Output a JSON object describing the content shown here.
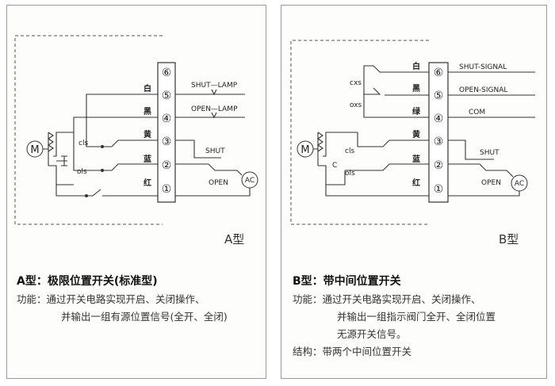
{
  "panelA": {
    "type_label": "A型",
    "title": "A型：极限位置开关(标准型)",
    "function_label": "功能：",
    "function_lines": [
      "通过开关电路实现开启、关闭操作、",
      "并输出一组有源位置信号(全开、全闭)"
    ],
    "terminals": [
      "⑥",
      "⑤",
      "④",
      "③",
      "②",
      "①"
    ],
    "wire_colors": [
      "白",
      "黑",
      "黄",
      "蓝",
      "红"
    ],
    "motor": "M",
    "switch_labels": [
      "cls",
      "ols"
    ],
    "lamp_labels": [
      "SHUT—LAMP",
      "OPEN—LAMP"
    ],
    "shut": "SHUT",
    "open": "OPEN",
    "ac": "AC"
  },
  "panelB": {
    "type_label": "B型",
    "title": "B型：带中间位置开关",
    "function_label": "功能：",
    "function_lines": [
      "通过开关电路实现开启、关闭操作、",
      "并输出一组指示阀门全开、全闭位置",
      "无源开关信号。"
    ],
    "structure_label": "结构：",
    "structure_text": "带两个中间位置开关",
    "terminals": [
      "⑥",
      "⑤",
      "④",
      "③",
      "②",
      "①"
    ],
    "wire_colors": [
      "白",
      "黑",
      "绿",
      "黄",
      "蓝",
      "红"
    ],
    "motor": "M",
    "switch_labels": [
      "cls",
      "ols",
      "cxs",
      "oxs"
    ],
    "cap": "C",
    "signal_labels": [
      "SHUT-SIGNAL",
      "OPEN-SIGNAL",
      "COM"
    ],
    "shut": "SHUT",
    "open": "OPEN",
    "ac": "AC"
  }
}
